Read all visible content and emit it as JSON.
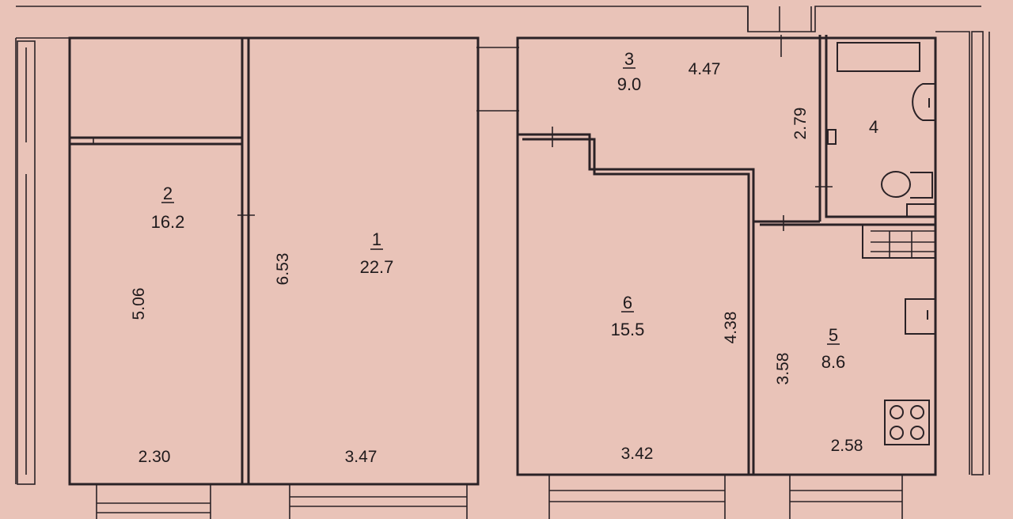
{
  "rooms": [
    {
      "number": "1",
      "area": "22.7"
    },
    {
      "number": "2",
      "area": "16.2"
    },
    {
      "number": "3",
      "area": "9.0"
    },
    {
      "number": "4",
      "area": ""
    },
    {
      "number": "5",
      "area": "8.6"
    },
    {
      "number": "6",
      "area": "15.5"
    }
  ],
  "dimensions": {
    "room1_length": "6.53",
    "room1_width": "3.47",
    "room2_length": "5.06",
    "room2_width": "2.30",
    "room3_width": "4.47",
    "room3_depth": "2.79",
    "room6_length": "4.38",
    "room6_width": "3.42",
    "room5_length": "3.58",
    "room5_width": "2.58"
  }
}
